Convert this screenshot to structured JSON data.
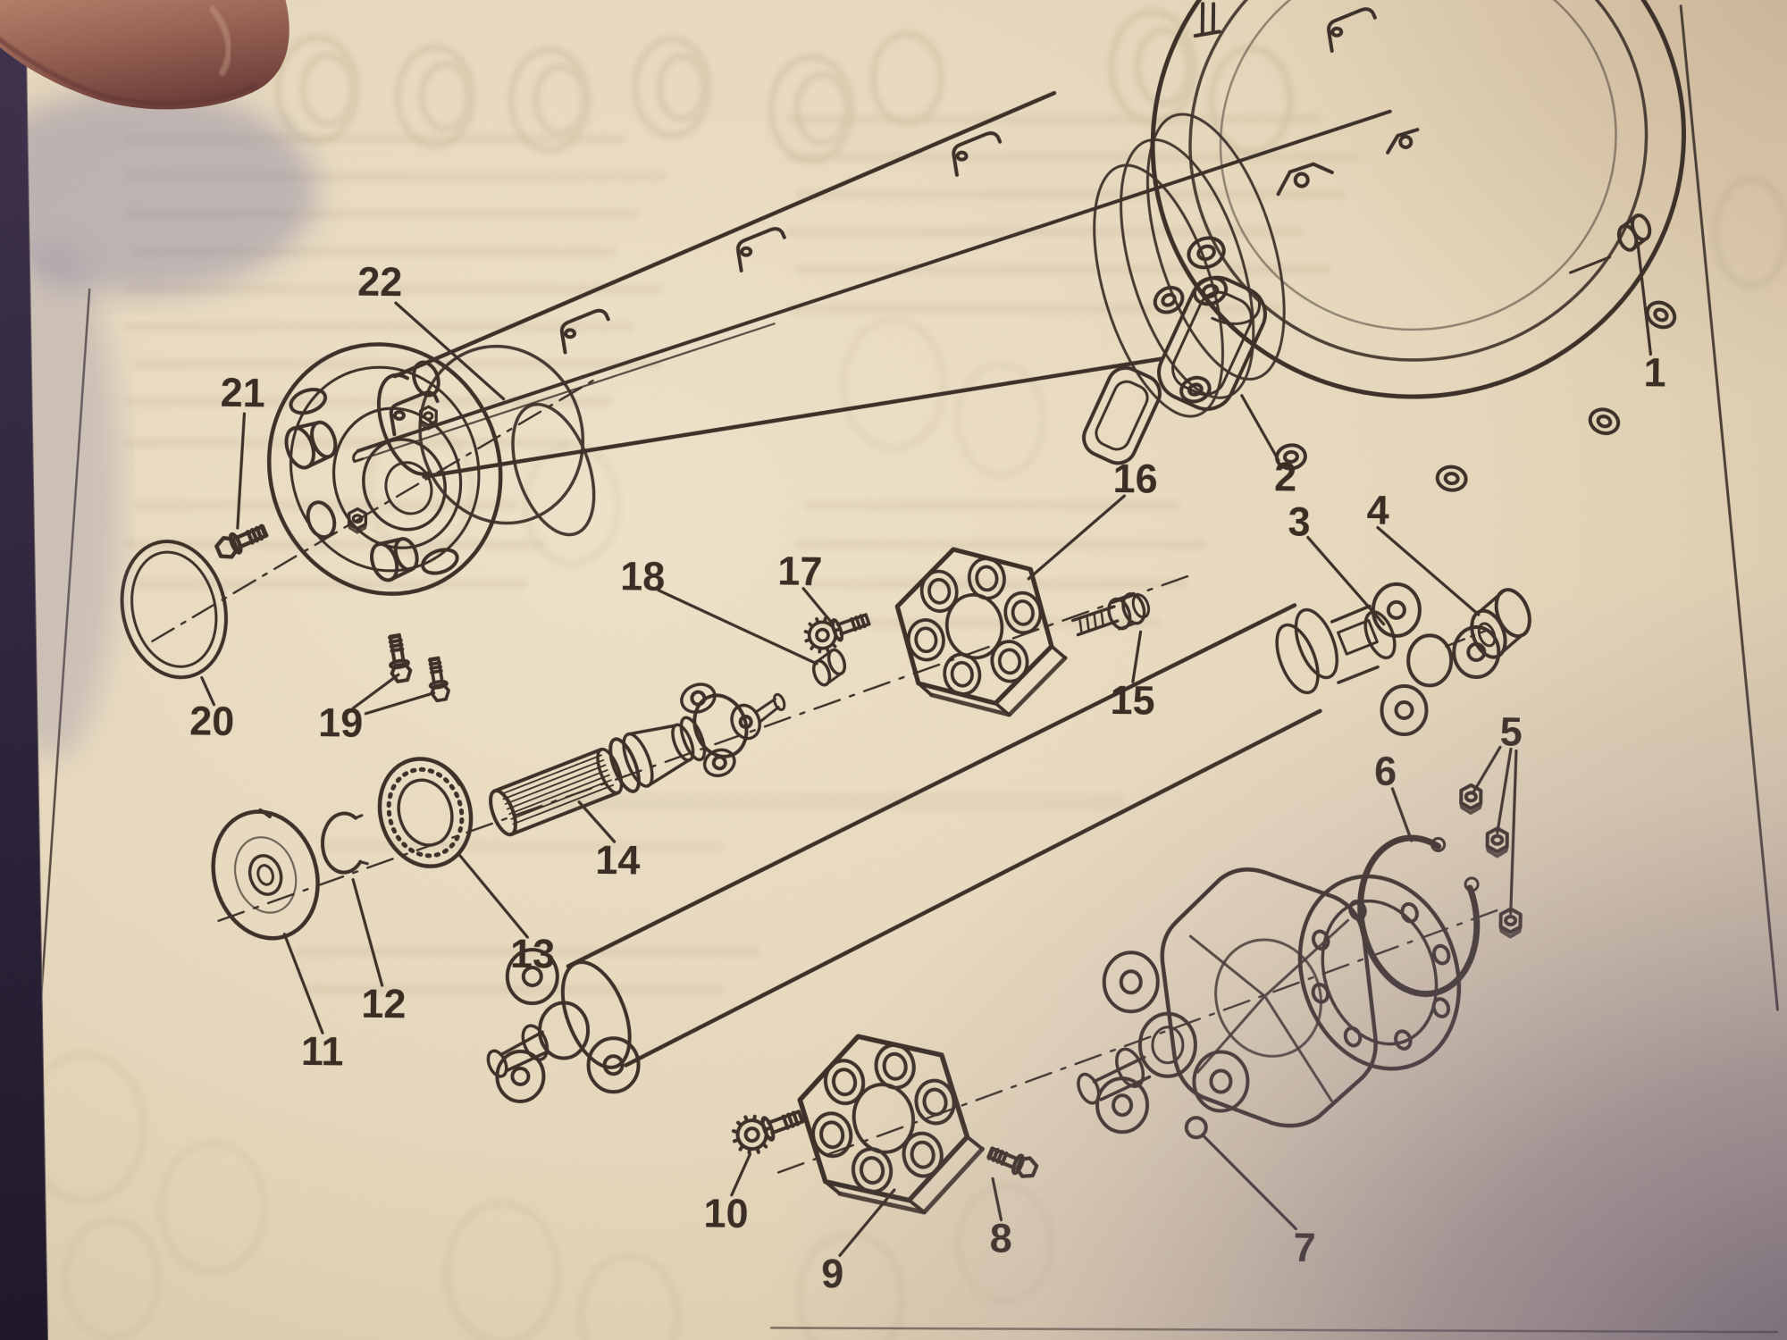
{
  "figure": {
    "type": "exploded-parts-diagram",
    "description_visible_text_only": true,
    "callouts": [
      {
        "label": "1"
      },
      {
        "label": "2"
      },
      {
        "label": "3"
      },
      {
        "label": "4"
      },
      {
        "label": "5"
      },
      {
        "label": "6"
      },
      {
        "label": "7"
      },
      {
        "label": "8"
      },
      {
        "label": "9"
      },
      {
        "label": "10"
      },
      {
        "label": "11"
      },
      {
        "label": "12"
      },
      {
        "label": "13"
      },
      {
        "label": "14"
      },
      {
        "label": "15"
      },
      {
        "label": "16"
      },
      {
        "label": "17"
      },
      {
        "label": "18"
      },
      {
        "label": "19"
      },
      {
        "label": "20"
      },
      {
        "label": "21"
      },
      {
        "label": "22"
      }
    ]
  },
  "palette": {
    "paper": "#e9dcc2",
    "ink": "#3a2e26",
    "page_edge": "#281f33",
    "corner_shadow": "#55496b",
    "finger_skin": "#96604f"
  }
}
